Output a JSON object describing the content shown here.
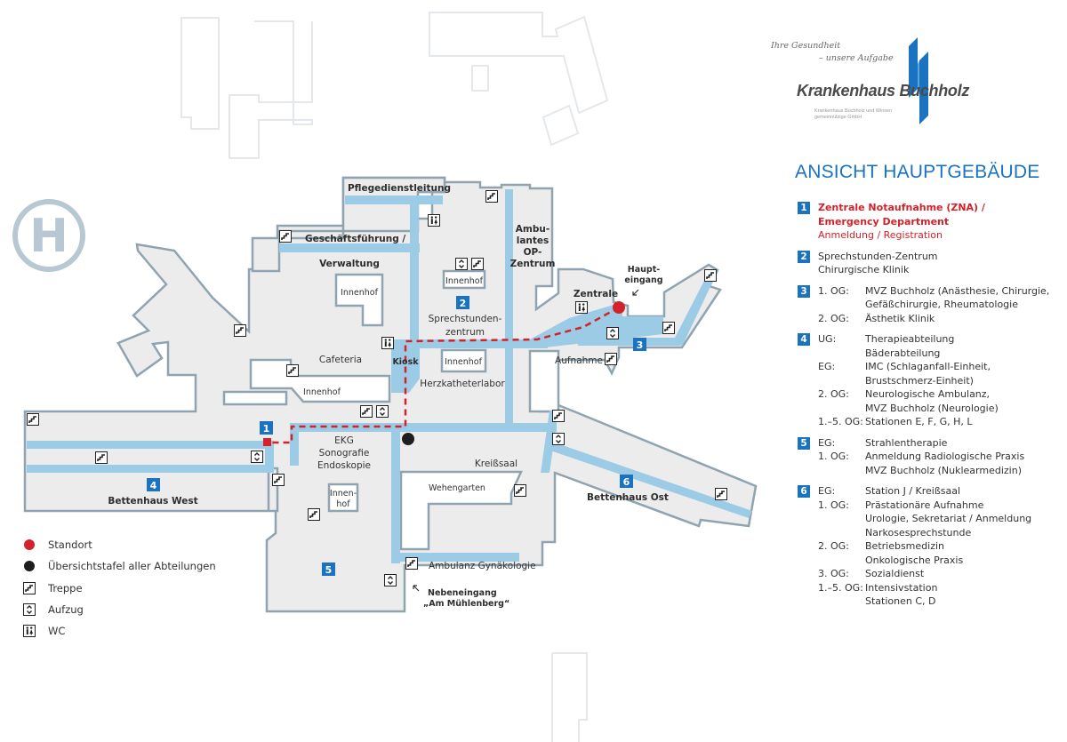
{
  "header": {
    "tagline_1": "Ihre Gesundheit",
    "tagline_2": "– unsere Aufgabe",
    "brand": "Krankenhaus Buchholz",
    "company_1": "Krankenhaus Buchholz und Winsen",
    "company_2": "gemeinnützige GmbH",
    "brand_color": "#1a73c0"
  },
  "panel": {
    "title": "ANSICHT HAUPTGEBÄUDE",
    "entries": [
      {
        "number": "1",
        "lines": [
          {
            "floor": "",
            "text": "Zentrale Notaufnahme (ZNA) /",
            "style": "red-bold"
          },
          {
            "floor": "",
            "text": "Emergency Department",
            "style": "red-bold"
          },
          {
            "floor": "",
            "text": "Anmeldung / Registration",
            "style": "red"
          }
        ]
      },
      {
        "number": "2",
        "lines": [
          {
            "floor": "",
            "text": "Sprechstunden-Zentrum"
          },
          {
            "floor": "",
            "text": "Chirurgische Klinik"
          }
        ]
      },
      {
        "number": "3",
        "lines": [
          {
            "floor": "1. OG:",
            "text": "MVZ Buchholz (Anästhesie, Chirurgie,"
          },
          {
            "floor": "",
            "text": "Gefäßchirurgie, Rheumatologie"
          },
          {
            "floor": "2. OG:",
            "text": "Ästhetik Klinik"
          }
        ]
      },
      {
        "number": "4",
        "lines": [
          {
            "floor": "UG:",
            "text": "Therapieabteilung"
          },
          {
            "floor": "",
            "text": "Bäderabteilung"
          },
          {
            "floor": "EG:",
            "text": "IMC (Schlaganfall-Einheit,"
          },
          {
            "floor": "",
            "text": "Brustschmerz-Einheit)"
          },
          {
            "floor": "2. OG:",
            "text": "Neurologische Ambulanz,"
          },
          {
            "floor": "",
            "text": "MVZ Buchholz (Neurologie)"
          },
          {
            "floor": "1.–5. OG:",
            "text": "Stationen E, F, G, H, L"
          }
        ]
      },
      {
        "number": "5",
        "lines": [
          {
            "floor": "EG:",
            "text": "Strahlentherapie"
          },
          {
            "floor": "1. OG:",
            "text": "Anmeldung Radiologische Praxis"
          },
          {
            "floor": "",
            "text": "MVZ Buchholz (Nuklearmedizin)"
          }
        ]
      },
      {
        "number": "6",
        "lines": [
          {
            "floor": "EG:",
            "text": "Station J / Kreißsaal"
          },
          {
            "floor": "1. OG:",
            "text": "Prästationäre Aufnahme"
          },
          {
            "floor": "",
            "text": "Urologie, Sekretariat / Anmeldung"
          },
          {
            "floor": "",
            "text": "Narkosesprechstunde"
          },
          {
            "floor": "2. OG:",
            "text": "Betriebsmedizin"
          },
          {
            "floor": "",
            "text": "Onkologische Praxis"
          },
          {
            "floor": "3. OG:",
            "text": "Sozialdienst"
          },
          {
            "floor": "1.–5. OG:",
            "text": "Intensivstation"
          },
          {
            "floor": "",
            "text": "Stationen C, D"
          }
        ]
      }
    ]
  },
  "key": {
    "standort": "Standort",
    "overview_board": "Übersichtstafel aller Abteilungen",
    "stairs": "Treppe",
    "elevator": "Aufzug",
    "wc": "WC"
  },
  "map": {
    "helipad": "H",
    "labels": {
      "pflegedienstleitung": "Pflegedienstleitung",
      "geschaeftsfuehrung": "Geschäftsführung /",
      "verwaltung": "Verwaltung",
      "ambulantes_1": "Ambu-",
      "ambulantes_2": "lantes",
      "ambulantes_3": "OP-",
      "ambulantes_4": "Zentrum",
      "innenhof": "Innenhof",
      "innenhof_2a": "Innen-",
      "innenhof_2b": "hof",
      "sprechstunden_1": "Sprechstunden-",
      "sprechstunden_2": "zentrum",
      "cafeteria": "Cafeteria",
      "kiosk": "Kiosk",
      "herzkatheterlabor": "Herzkatheterlabor",
      "zentrale": "Zentrale",
      "haupteingang_1": "Haupt-",
      "haupteingang_2": "eingang",
      "aufnahme": "Aufnahme",
      "ekg_1": "EKG",
      "ekg_2": "Sonografie",
      "ekg_3": "Endoskopie",
      "kreisssaal": "Kreißsaal",
      "wehengarten": "Wehengarten",
      "ambulanz_gyn": "Ambulanz Gynäkologie",
      "nebeneingang_1": "Nebeneingang",
      "nebeneingang_2": "„Am Mühlenberg“",
      "bettenhaus_west": "Bettenhaus West",
      "bettenhaus_ost": "Bettenhaus Ost"
    },
    "badges": [
      "1",
      "2",
      "3",
      "4",
      "5",
      "6"
    ],
    "colors": {
      "building_fill": "#ececec",
      "building_stroke": "#8fa3b0",
      "corridor": "#9ccbe6",
      "route": "#d4212a",
      "standort": "#d4212a",
      "overview_board": "#1e1e1e",
      "badge": "#1a73c0"
    }
  }
}
